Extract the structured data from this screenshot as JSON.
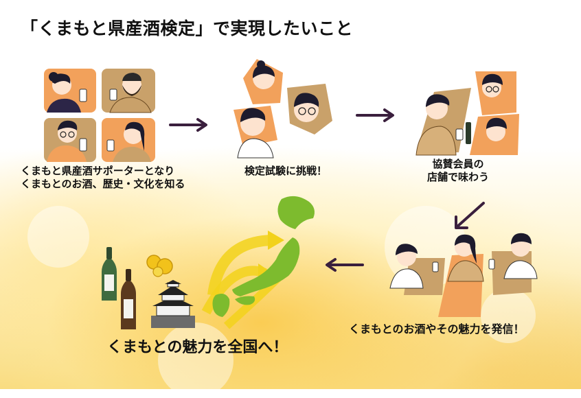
{
  "title": "「くまもと県産酒検定」で実現したいこと",
  "steps": {
    "step1_line1": "くまもと県産酒サポーターとなり",
    "step1_line2": "くまもとのお酒、歴史・文化を知る",
    "step2": "検定試験に挑戦！",
    "step3_line1": "協賛会員の",
    "step3_line2": "店舗で味わう",
    "step4": "くまもとのお酒やその魅力を発信！",
    "step5": "くまもとの魅力を全国へ！"
  },
  "colors": {
    "accent_orange": "#f2a15b",
    "tan": "#c9a16a",
    "arrow": "#3a1f3d",
    "map_green": "#7dbb2e",
    "flow_yellow": "#f2d21b"
  }
}
